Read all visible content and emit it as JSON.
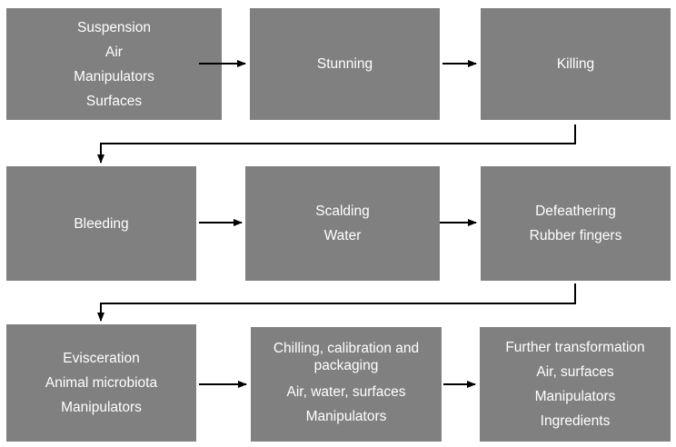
{
  "steps": [
    {
      "title": "Suspension",
      "details": [
        "Air",
        "Manipulators",
        "Surfaces"
      ]
    },
    {
      "title": "Stunning",
      "details": []
    },
    {
      "title": "Killing",
      "details": []
    },
    {
      "title": "Bleeding",
      "details": []
    },
    {
      "title": "Scalding",
      "details": [
        "Water"
      ]
    },
    {
      "title": "Defeathering",
      "details": [
        "Rubber fingers"
      ]
    },
    {
      "title": "Evisceration",
      "details": [
        "Animal microbiota",
        "Manipulators"
      ]
    },
    {
      "title": "Chilling, calibration and packaging",
      "details": [
        "Air, water, surfaces",
        "Manipulators"
      ]
    },
    {
      "title": "Further transformation",
      "details": [
        "Air, surfaces",
        "Manipulators",
        "Ingredients"
      ]
    }
  ],
  "colors": {
    "box_fill": "#808080",
    "box_text": "#ffffff",
    "connector": "#000000"
  }
}
